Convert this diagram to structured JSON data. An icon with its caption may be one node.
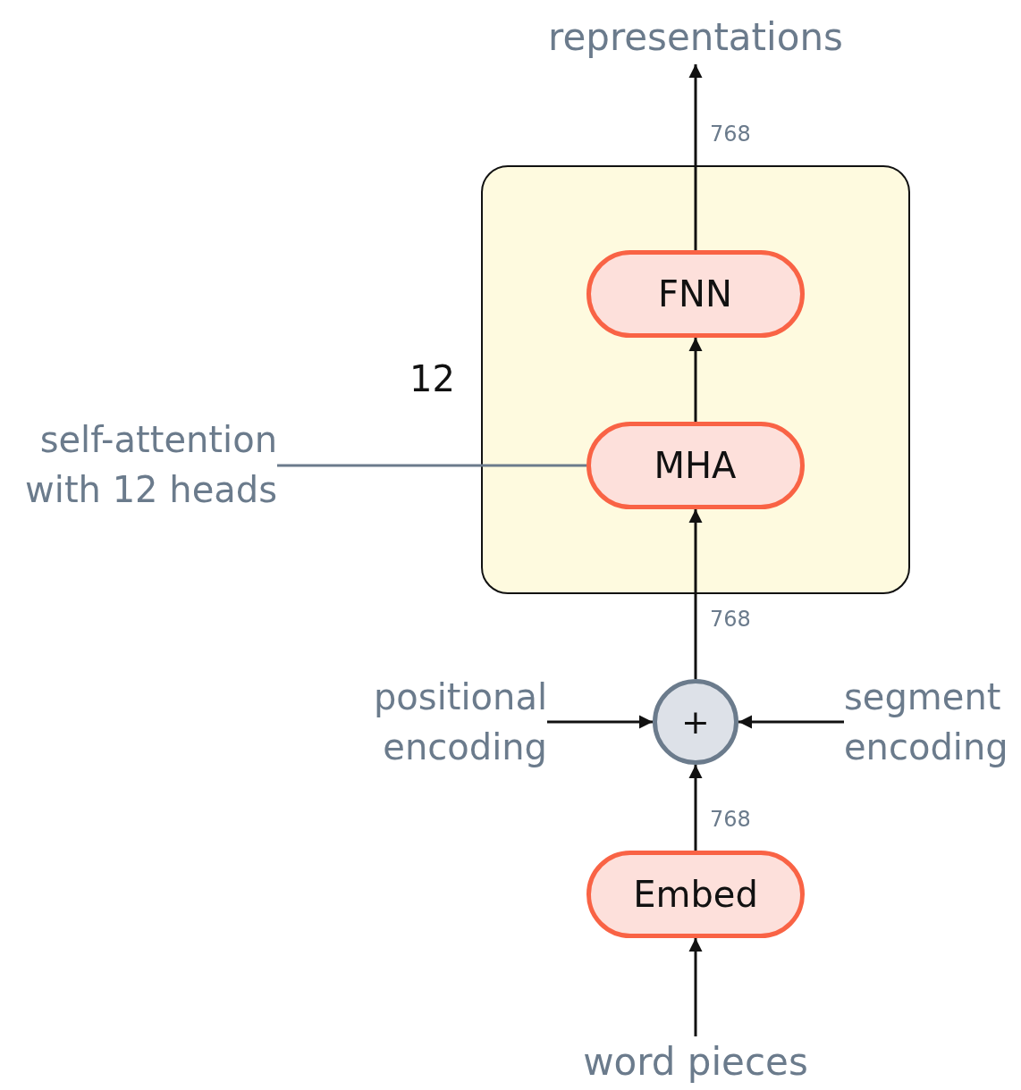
{
  "diagram": {
    "nodes": [
      {
        "text": [
          "representations"
        ]
      },
      {
        "text": [],
        "shape": "box",
        "beside": [
          "12"
        ]
      },
      {
        "text": [
          "FNN"
        ],
        "in": 1
      },
      {
        "text": [
          "MHA"
        ],
        "in": 1
      },
      {
        "text": [
          "self-attention with 12 heads"
        ]
      },
      {
        "text": [
          "+"
        ]
      },
      {
        "text": [
          "positional encoding"
        ]
      },
      {
        "text": [
          "segment encoding"
        ]
      },
      {
        "text": [
          "Embed"
        ]
      },
      {
        "text": [
          "word pieces"
        ]
      }
    ],
    "edges": [
      {
        "from": 2,
        "to": 0,
        "arrow": "to",
        "label": "768"
      },
      {
        "from": 3,
        "to": 2,
        "arrow": "to"
      },
      {
        "from": 5,
        "to": 3,
        "arrow": "to",
        "label": "768"
      },
      {
        "from": 6,
        "to": 5,
        "arrow": "to"
      },
      {
        "from": 7,
        "to": 5,
        "arrow": "to"
      },
      {
        "from": 8,
        "to": 5,
        "arrow": "to",
        "label": "768"
      },
      {
        "from": 9,
        "to": 8,
        "arrow": "to"
      },
      {
        "from": 4,
        "to": 3,
        "arrow": "none",
        "color": "#6b7b8c"
      }
    ]
  }
}
